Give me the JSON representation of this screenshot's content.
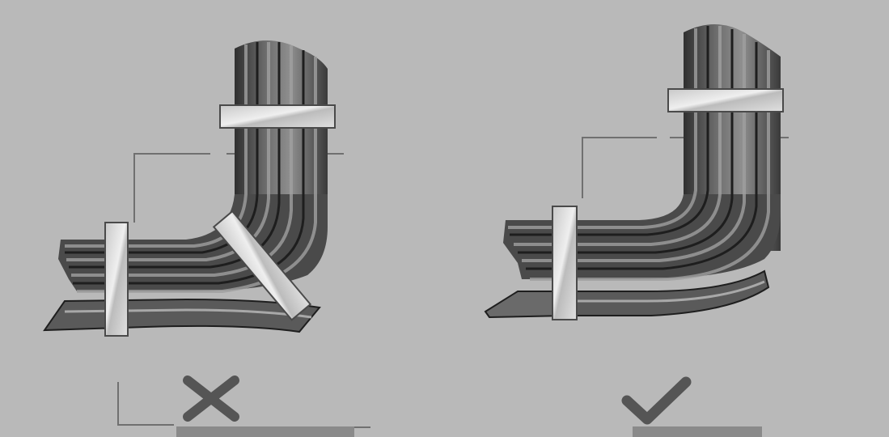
{
  "figure": {
    "panels": [
      {
        "id": "incorrect",
        "verdict": "incorrect",
        "mark_icon": "cross-icon",
        "cable_count": 4,
        "clamps": [
          "top-clamp",
          "diagonal-clamp",
          "vertical-clamp"
        ]
      },
      {
        "id": "correct",
        "verdict": "correct",
        "mark_icon": "check-icon",
        "cable_count": 4,
        "clamps": [
          "top-clamp",
          "vertical-clamp"
        ]
      }
    ]
  },
  "colors": {
    "background": "#b9b9b9",
    "cable_dark": "#3c3c3c",
    "cable_mid": "#6a6a6a",
    "cable_light": "#9a9a9a",
    "clamp_fill": "#d9d9d9",
    "guide_line": "#707070",
    "mark": "#555555",
    "base_bar": "#8a8a8a"
  }
}
